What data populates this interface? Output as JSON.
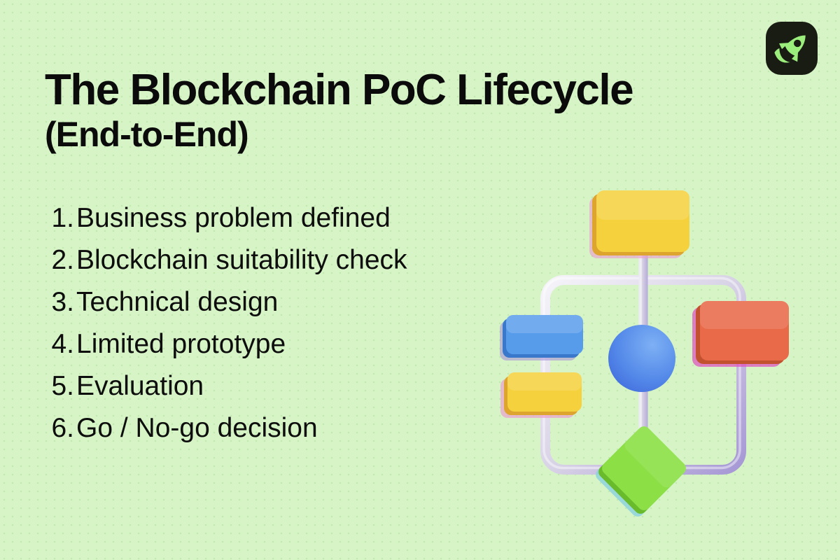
{
  "page": {
    "background_color": "#d6f4c6",
    "text_color": "#0b0b0b"
  },
  "header": {
    "title": "The Blockchain PoC Lifecycle",
    "subtitle": "(End-to-End)"
  },
  "logo": {
    "icon": "rocket-icon",
    "background_color": "#181c12",
    "icon_color": "#9bed7c"
  },
  "steps": {
    "items": [
      {
        "number": "1.",
        "label": "Business problem defined"
      },
      {
        "number": "2.",
        "label": "Blockchain suitability check"
      },
      {
        "number": "3.",
        "label": "Technical design"
      },
      {
        "number": "4.",
        "label": "Limited prototype"
      },
      {
        "number": "5.",
        "label": "Evaluation"
      },
      {
        "number": "6.",
        "label": "Go / No-go decision"
      }
    ]
  },
  "illustration": {
    "name": "3d-flowchart",
    "shapes": [
      "top-rectangle-yellow",
      "left-rectangle-blue",
      "left-rectangle-yellow",
      "right-rectangle-orange",
      "center-sphere-blue",
      "bottom-diamond-green",
      "connector-frame-tube"
    ],
    "colors": {
      "yellow": "#f5d13d",
      "blue": "#579ceb",
      "orange": "#e96a49",
      "green": "#8ce046",
      "sphere_blue": "#4f85e8",
      "tube_light": "#f2f0f7",
      "tube_dark": "#ab9fd6"
    }
  }
}
